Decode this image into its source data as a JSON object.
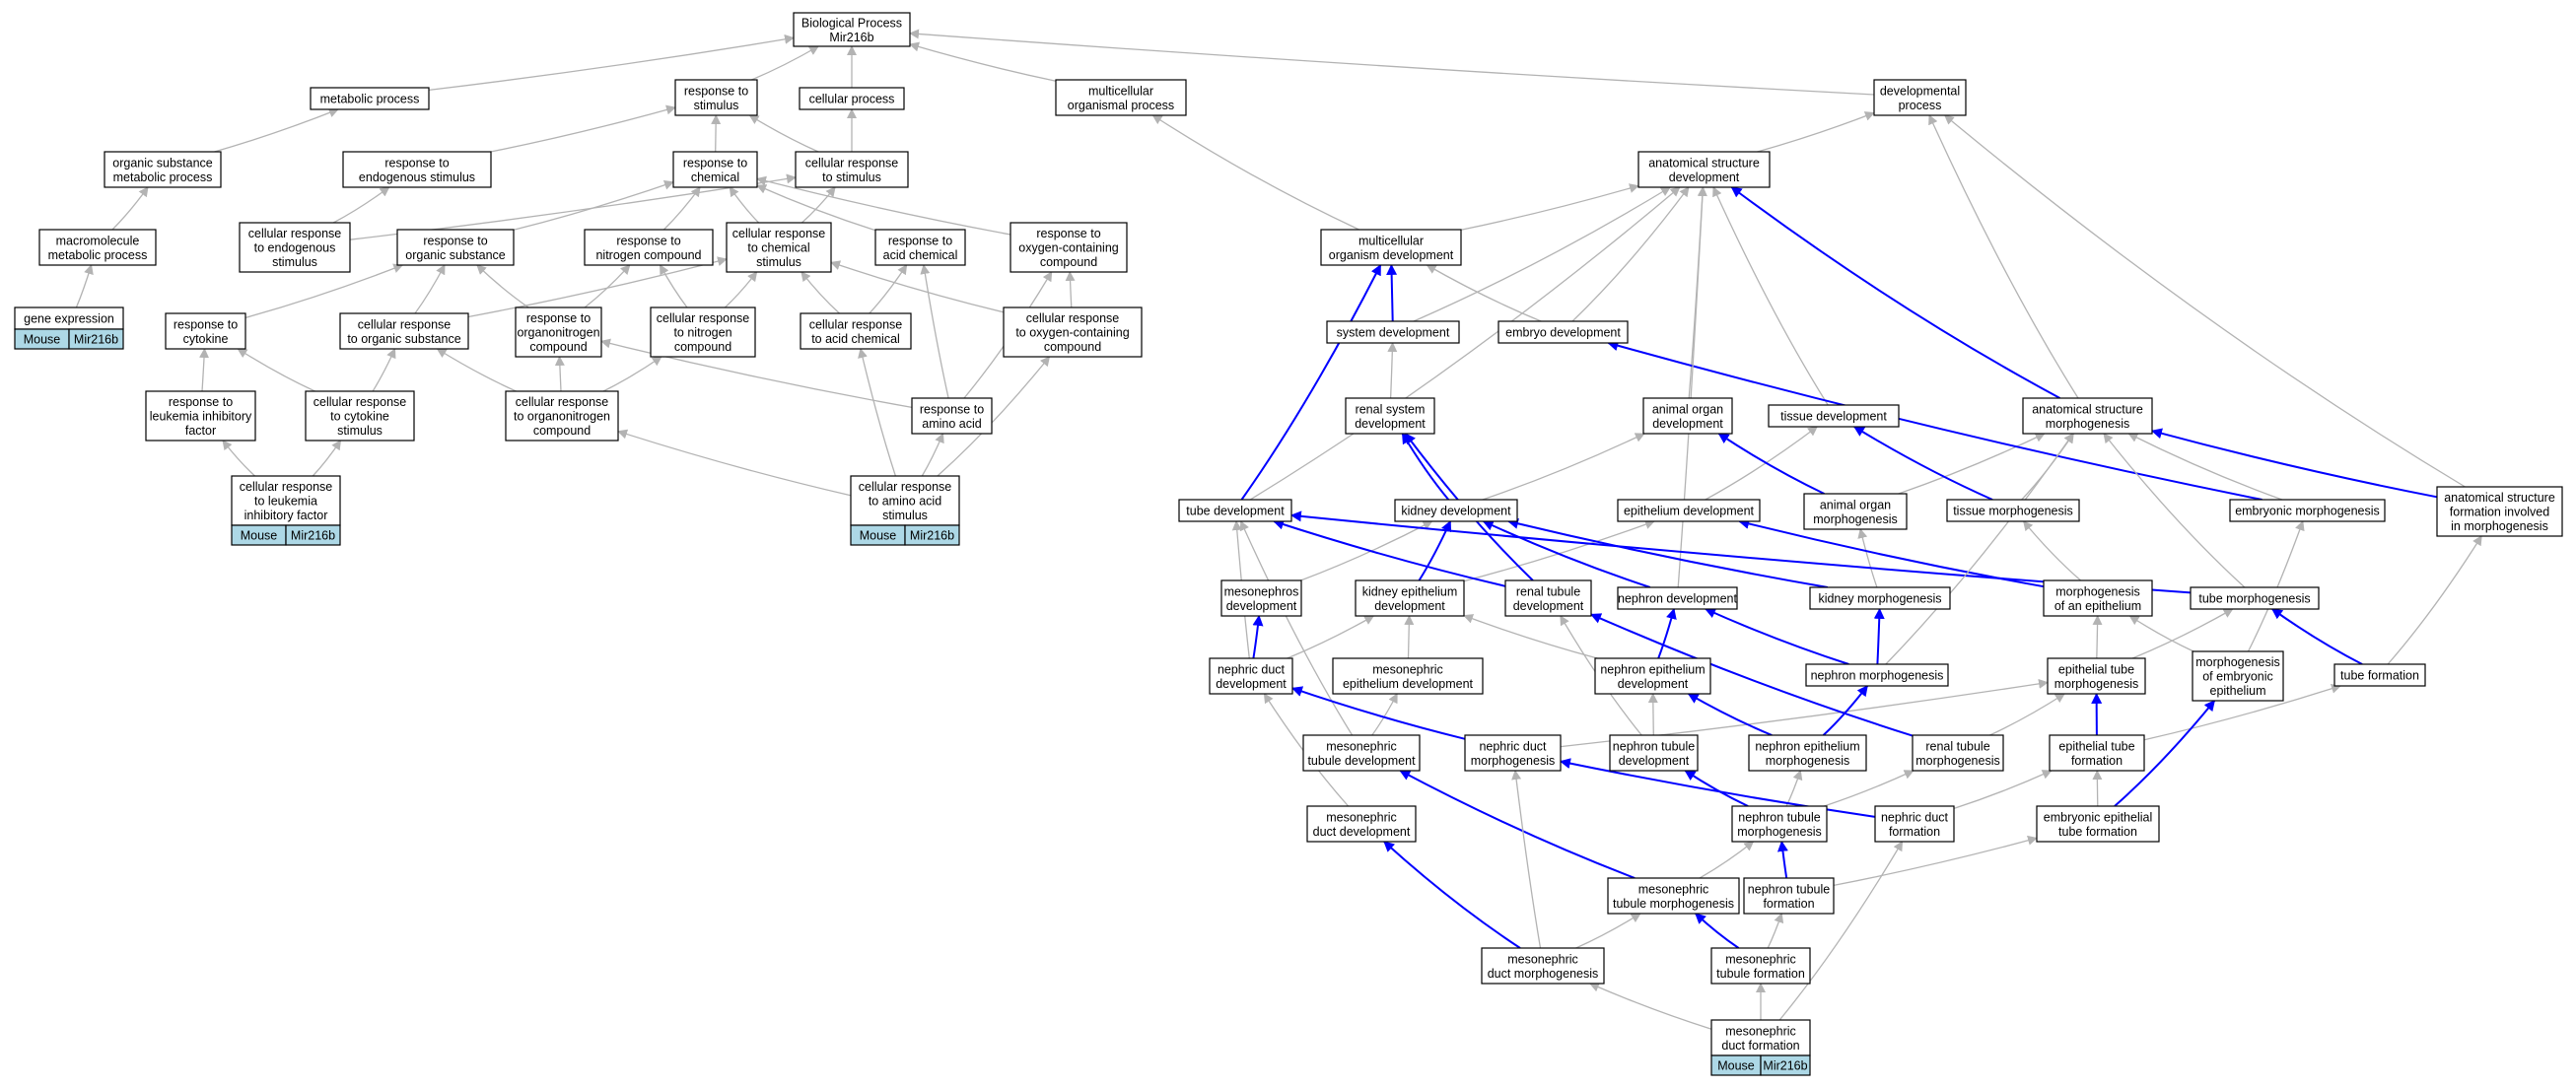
{
  "graph": {
    "colors": {
      "background": "#ffffff",
      "node_border": "#000000",
      "inactive_edge": "#b3b3b3",
      "active_edge": "#0000ff",
      "tag_fill": "#add8e6"
    },
    "nodes": [
      {
        "id": "bp",
        "lines": [
          "Biological Process",
          "Mir216b"
        ]
      },
      {
        "id": "metab",
        "lines": [
          "metabolic process"
        ]
      },
      {
        "id": "resp_stim",
        "lines": [
          "response to",
          "stimulus"
        ]
      },
      {
        "id": "cell_proc",
        "lines": [
          "cellular process"
        ]
      },
      {
        "id": "multi_proc",
        "lines": [
          "multicellular",
          "organismal process"
        ]
      },
      {
        "id": "dev_proc",
        "lines": [
          "developmental",
          "process"
        ]
      },
      {
        "id": "org_sub_met",
        "lines": [
          "organic substance",
          "metabolic process"
        ]
      },
      {
        "id": "resp_endo",
        "lines": [
          "response to",
          "endogenous stimulus"
        ]
      },
      {
        "id": "resp_chem",
        "lines": [
          "response to",
          "chemical"
        ]
      },
      {
        "id": "cell_resp_stim",
        "lines": [
          "cellular response",
          "to stimulus"
        ]
      },
      {
        "id": "anat_dev",
        "lines": [
          "anatomical structure",
          "development"
        ]
      },
      {
        "id": "macro_met",
        "lines": [
          "macromolecule",
          "metabolic process"
        ]
      },
      {
        "id": "cell_resp_endo",
        "lines": [
          "cellular response",
          "to endogenous",
          "stimulus"
        ]
      },
      {
        "id": "resp_org_sub",
        "lines": [
          "response to",
          "organic substance"
        ]
      },
      {
        "id": "resp_nitro",
        "lines": [
          "response to",
          "nitrogen compound"
        ]
      },
      {
        "id": "cell_resp_chem",
        "lines": [
          "cellular response",
          "to chemical",
          "stimulus"
        ]
      },
      {
        "id": "resp_acid",
        "lines": [
          "response to",
          "acid chemical"
        ]
      },
      {
        "id": "resp_oxy",
        "lines": [
          "response to",
          "oxygen-containing",
          "compound"
        ]
      },
      {
        "id": "multi_dev",
        "lines": [
          "multicellular",
          "organism development"
        ]
      },
      {
        "id": "gene_expr",
        "lines": [
          "gene expression"
        ],
        "tags": [
          "Mouse",
          "Mir216b"
        ]
      },
      {
        "id": "resp_cyto",
        "lines": [
          "response to",
          "cytokine"
        ]
      },
      {
        "id": "cell_resp_org",
        "lines": [
          "cellular response",
          "to organic substance"
        ]
      },
      {
        "id": "resp_orgN",
        "lines": [
          "response to",
          "organonitrogen",
          "compound"
        ]
      },
      {
        "id": "cell_resp_nitro",
        "lines": [
          "cellular response",
          "to nitrogen",
          "compound"
        ]
      },
      {
        "id": "cell_resp_acid",
        "lines": [
          "cellular response",
          "to acid chemical"
        ]
      },
      {
        "id": "cell_resp_oxy",
        "lines": [
          "cellular response",
          "to oxygen-containing",
          "compound"
        ]
      },
      {
        "id": "sys_dev",
        "lines": [
          "system development"
        ]
      },
      {
        "id": "emb_dev",
        "lines": [
          "embryo development"
        ]
      },
      {
        "id": "resp_lif",
        "lines": [
          "response to",
          "leukemia inhibitory",
          "factor"
        ]
      },
      {
        "id": "cell_resp_cyto",
        "lines": [
          "cellular response",
          "to cytokine",
          "stimulus"
        ]
      },
      {
        "id": "cell_resp_orgN",
        "lines": [
          "cellular response",
          "to organonitrogen",
          "compound"
        ]
      },
      {
        "id": "resp_aa",
        "lines": [
          "response to",
          "amino acid"
        ]
      },
      {
        "id": "renal_sys",
        "lines": [
          "renal system",
          "development"
        ]
      },
      {
        "id": "animal_organ_dev",
        "lines": [
          "animal organ",
          "development"
        ]
      },
      {
        "id": "tissue_dev",
        "lines": [
          "tissue development"
        ]
      },
      {
        "id": "anat_morph",
        "lines": [
          "anatomical structure",
          "morphogenesis"
        ]
      },
      {
        "id": "cell_resp_lif",
        "lines": [
          "cellular response",
          "to leukemia",
          "inhibitory factor"
        ],
        "tags": [
          "Mouse",
          "Mir216b"
        ]
      },
      {
        "id": "cell_resp_aa",
        "lines": [
          "cellular response",
          "to amino acid",
          "stimulus"
        ],
        "tags": [
          "Mouse",
          "Mir216b"
        ]
      },
      {
        "id": "tube_dev",
        "lines": [
          "tube development"
        ]
      },
      {
        "id": "kidney_dev",
        "lines": [
          "kidney development"
        ]
      },
      {
        "id": "epi_dev",
        "lines": [
          "epithelium development"
        ]
      },
      {
        "id": "animal_organ_morph",
        "lines": [
          "animal organ",
          "morphogenesis"
        ]
      },
      {
        "id": "tissue_morph",
        "lines": [
          "tissue morphogenesis"
        ]
      },
      {
        "id": "emb_morph",
        "lines": [
          "embryonic morphogenesis"
        ]
      },
      {
        "id": "anat_form",
        "lines": [
          "anatomical structure",
          "formation involved",
          "in morphogenesis"
        ]
      },
      {
        "id": "mesonephros_dev",
        "lines": [
          "mesonephros",
          "development"
        ]
      },
      {
        "id": "kidney_epi_dev",
        "lines": [
          "kidney epithelium",
          "development"
        ]
      },
      {
        "id": "renal_tub_dev",
        "lines": [
          "renal tubule",
          "development"
        ]
      },
      {
        "id": "nephron_dev",
        "lines": [
          "nephron development"
        ]
      },
      {
        "id": "kidney_morph",
        "lines": [
          "kidney morphogenesis"
        ]
      },
      {
        "id": "morph_epi",
        "lines": [
          "morphogenesis",
          "of an epithelium"
        ]
      },
      {
        "id": "tube_morph",
        "lines": [
          "tube morphogenesis"
        ]
      },
      {
        "id": "neph_duct_dev",
        "lines": [
          "nephric duct",
          "development"
        ]
      },
      {
        "id": "meso_epi_dev",
        "lines": [
          "mesonephric",
          "epithelium development"
        ]
      },
      {
        "id": "nephron_epi_dev",
        "lines": [
          "nephron epithelium",
          "development"
        ]
      },
      {
        "id": "nephron_morph",
        "lines": [
          "nephron morphogenesis"
        ]
      },
      {
        "id": "epi_tube_morph",
        "lines": [
          "epithelial tube",
          "morphogenesis"
        ]
      },
      {
        "id": "morph_emb_epi",
        "lines": [
          "morphogenesis",
          "of embryonic",
          "epithelium"
        ]
      },
      {
        "id": "tube_form",
        "lines": [
          "tube formation"
        ]
      },
      {
        "id": "meso_tub_dev",
        "lines": [
          "mesonephric",
          "tubule development"
        ]
      },
      {
        "id": "neph_duct_morph",
        "lines": [
          "nephric duct",
          "morphogenesis"
        ]
      },
      {
        "id": "neph_tub_dev",
        "lines": [
          "nephron tubule",
          "development"
        ]
      },
      {
        "id": "neph_epi_morph",
        "lines": [
          "nephron epithelium",
          "morphogenesis"
        ]
      },
      {
        "id": "renal_tub_morph",
        "lines": [
          "renal tubule",
          "morphogenesis"
        ]
      },
      {
        "id": "epi_tube_form",
        "lines": [
          "epithelial tube",
          "formation"
        ]
      },
      {
        "id": "meso_duct_dev",
        "lines": [
          "mesonephric",
          "duct development"
        ]
      },
      {
        "id": "neph_tub_morph",
        "lines": [
          "nephron tubule",
          "morphogenesis"
        ]
      },
      {
        "id": "neph_duct_form",
        "lines": [
          "nephric duct",
          "formation"
        ]
      },
      {
        "id": "emb_epi_tube_form",
        "lines": [
          "embryonic epithelial",
          "tube formation"
        ]
      },
      {
        "id": "meso_tub_morph",
        "lines": [
          "mesonephric",
          "tubule morphogenesis"
        ]
      },
      {
        "id": "neph_tub_form",
        "lines": [
          "nephron tubule",
          "formation"
        ]
      },
      {
        "id": "meso_duct_morph",
        "lines": [
          "mesonephric",
          "duct morphogenesis"
        ]
      },
      {
        "id": "meso_tub_form",
        "lines": [
          "mesonephric",
          "tubule formation"
        ]
      },
      {
        "id": "meso_duct_form",
        "lines": [
          "mesonephric",
          "duct formation"
        ],
        "tags": [
          "Mouse",
          "Mir216b"
        ]
      }
    ],
    "edges": [
      [
        "metab",
        "bp",
        0
      ],
      [
        "resp_stim",
        "bp",
        0
      ],
      [
        "cell_proc",
        "bp",
        0
      ],
      [
        "multi_proc",
        "bp",
        0
      ],
      [
        "dev_proc",
        "bp",
        0
      ],
      [
        "org_sub_met",
        "metab",
        0
      ],
      [
        "macro_met",
        "org_sub_met",
        0
      ],
      [
        "gene_expr",
        "macro_met",
        0
      ],
      [
        "resp_endo",
        "resp_stim",
        0
      ],
      [
        "resp_chem",
        "resp_stim",
        0
      ],
      [
        "cell_resp_stim",
        "resp_stim",
        0
      ],
      [
        "cell_resp_stim",
        "cell_proc",
        0
      ],
      [
        "cell_resp_endo",
        "resp_endo",
        0
      ],
      [
        "cell_resp_endo",
        "cell_resp_stim",
        0
      ],
      [
        "resp_org_sub",
        "resp_chem",
        0
      ],
      [
        "resp_nitro",
        "resp_chem",
        0
      ],
      [
        "cell_resp_chem",
        "resp_chem",
        0
      ],
      [
        "resp_acid",
        "resp_chem",
        0
      ],
      [
        "resp_oxy",
        "resp_chem",
        0
      ],
      [
        "cell_resp_chem",
        "cell_resp_stim",
        0
      ],
      [
        "resp_cyto",
        "resp_org_sub",
        0
      ],
      [
        "cell_resp_org",
        "resp_org_sub",
        0
      ],
      [
        "cell_resp_org",
        "cell_resp_chem",
        0
      ],
      [
        "resp_orgN",
        "resp_org_sub",
        0
      ],
      [
        "resp_orgN",
        "resp_nitro",
        0
      ],
      [
        "cell_resp_nitro",
        "resp_nitro",
        0
      ],
      [
        "cell_resp_nitro",
        "cell_resp_chem",
        0
      ],
      [
        "cell_resp_acid",
        "resp_acid",
        0
      ],
      [
        "cell_resp_acid",
        "cell_resp_chem",
        0
      ],
      [
        "cell_resp_oxy",
        "resp_oxy",
        0
      ],
      [
        "cell_resp_oxy",
        "cell_resp_chem",
        0
      ],
      [
        "resp_lif",
        "resp_cyto",
        0
      ],
      [
        "cell_resp_cyto",
        "resp_cyto",
        0
      ],
      [
        "cell_resp_cyto",
        "cell_resp_org",
        0
      ],
      [
        "cell_resp_orgN",
        "cell_resp_org",
        0
      ],
      [
        "cell_resp_orgN",
        "resp_orgN",
        0
      ],
      [
        "cell_resp_orgN",
        "cell_resp_nitro",
        0
      ],
      [
        "resp_aa",
        "resp_orgN",
        0
      ],
      [
        "resp_aa",
        "resp_acid",
        0
      ],
      [
        "resp_aa",
        "resp_oxy",
        0
      ],
      [
        "cell_resp_lif",
        "resp_lif",
        0
      ],
      [
        "cell_resp_lif",
        "cell_resp_cyto",
        0
      ],
      [
        "cell_resp_aa",
        "resp_aa",
        0
      ],
      [
        "cell_resp_aa",
        "cell_resp_acid",
        0
      ],
      [
        "cell_resp_aa",
        "cell_resp_oxy",
        0
      ],
      [
        "cell_resp_aa",
        "cell_resp_orgN",
        0
      ],
      [
        "anat_dev",
        "dev_proc",
        0
      ],
      [
        "multi_dev",
        "multi_proc",
        0
      ],
      [
        "multi_dev",
        "anat_dev",
        0
      ],
      [
        "sys_dev",
        "multi_dev",
        1
      ],
      [
        "sys_dev",
        "anat_dev",
        0
      ],
      [
        "emb_dev",
        "multi_dev",
        0
      ],
      [
        "emb_dev",
        "anat_dev",
        0
      ],
      [
        "renal_sys",
        "sys_dev",
        0
      ],
      [
        "animal_organ_dev",
        "anat_dev",
        0
      ],
      [
        "tissue_dev",
        "anat_dev",
        0
      ],
      [
        "anat_morph",
        "anat_dev",
        1
      ],
      [
        "anat_morph",
        "dev_proc",
        0
      ],
      [
        "tube_dev",
        "anat_dev",
        0
      ],
      [
        "tube_dev",
        "multi_dev",
        1
      ],
      [
        "kidney_dev",
        "renal_sys",
        1
      ],
      [
        "kidney_dev",
        "animal_organ_dev",
        0
      ],
      [
        "epi_dev",
        "tissue_dev",
        0
      ],
      [
        "animal_organ_morph",
        "animal_organ_dev",
        1
      ],
      [
        "animal_organ_morph",
        "anat_morph",
        0
      ],
      [
        "tissue_morph",
        "tissue_dev",
        1
      ],
      [
        "tissue_morph",
        "anat_morph",
        0
      ],
      [
        "emb_morph",
        "anat_morph",
        0
      ],
      [
        "emb_morph",
        "emb_dev",
        1
      ],
      [
        "anat_form",
        "anat_morph",
        1
      ],
      [
        "anat_form",
        "dev_proc",
        0
      ],
      [
        "mesonephros_dev",
        "kidney_dev",
        0
      ],
      [
        "kidney_epi_dev",
        "kidney_dev",
        1
      ],
      [
        "kidney_epi_dev",
        "epi_dev",
        0
      ],
      [
        "renal_tub_dev",
        "renal_sys",
        1
      ],
      [
        "renal_tub_dev",
        "tube_dev",
        1
      ],
      [
        "nephron_dev",
        "kidney_dev",
        1
      ],
      [
        "nephron_dev",
        "anat_dev",
        0
      ],
      [
        "kidney_morph",
        "animal_organ_morph",
        0
      ],
      [
        "kidney_morph",
        "kidney_dev",
        1
      ],
      [
        "morph_epi",
        "tissue_morph",
        0
      ],
      [
        "morph_epi",
        "epi_dev",
        1
      ],
      [
        "tube_morph",
        "anat_morph",
        0
      ],
      [
        "tube_morph",
        "tube_dev",
        1
      ],
      [
        "neph_duct_dev",
        "tube_dev",
        0
      ],
      [
        "neph_duct_dev",
        "mesonephros_dev",
        1
      ],
      [
        "neph_duct_dev",
        "kidney_epi_dev",
        0
      ],
      [
        "meso_epi_dev",
        "kidney_epi_dev",
        0
      ],
      [
        "nephron_epi_dev",
        "nephron_dev",
        1
      ],
      [
        "nephron_epi_dev",
        "kidney_epi_dev",
        0
      ],
      [
        "nephron_morph",
        "nephron_dev",
        1
      ],
      [
        "nephron_morph",
        "kidney_morph",
        1
      ],
      [
        "nephron_morph",
        "anat_morph",
        0
      ],
      [
        "epi_tube_morph",
        "morph_epi",
        0
      ],
      [
        "epi_tube_morph",
        "tube_morph",
        0
      ],
      [
        "morph_emb_epi",
        "morph_epi",
        0
      ],
      [
        "morph_emb_epi",
        "emb_morph",
        0
      ],
      [
        "tube_form",
        "tube_morph",
        1
      ],
      [
        "tube_form",
        "anat_form",
        0
      ],
      [
        "meso_tub_dev",
        "meso_epi_dev",
        0
      ],
      [
        "meso_tub_dev",
        "tube_dev",
        0
      ],
      [
        "neph_duct_morph",
        "neph_duct_dev",
        1
      ],
      [
        "neph_duct_morph",
        "epi_tube_morph",
        0
      ],
      [
        "neph_tub_dev",
        "nephron_epi_dev",
        0
      ],
      [
        "neph_tub_dev",
        "renal_tub_dev",
        0
      ],
      [
        "neph_epi_morph",
        "nephron_epi_dev",
        1
      ],
      [
        "neph_epi_morph",
        "nephron_morph",
        1
      ],
      [
        "renal_tub_morph",
        "renal_tub_dev",
        1
      ],
      [
        "renal_tub_morph",
        "epi_tube_morph",
        0
      ],
      [
        "epi_tube_form",
        "epi_tube_morph",
        1
      ],
      [
        "epi_tube_form",
        "tube_form",
        0
      ],
      [
        "meso_duct_dev",
        "neph_duct_dev",
        0
      ],
      [
        "neph_tub_morph",
        "neph_tub_dev",
        1
      ],
      [
        "neph_tub_morph",
        "neph_epi_morph",
        0
      ],
      [
        "neph_tub_morph",
        "renal_tub_morph",
        0
      ],
      [
        "neph_duct_form",
        "neph_duct_morph",
        1
      ],
      [
        "neph_duct_form",
        "epi_tube_form",
        0
      ],
      [
        "emb_epi_tube_form",
        "epi_tube_form",
        0
      ],
      [
        "emb_epi_tube_form",
        "morph_emb_epi",
        1
      ],
      [
        "meso_tub_morph",
        "meso_tub_dev",
        1
      ],
      [
        "meso_tub_morph",
        "neph_tub_morph",
        0
      ],
      [
        "neph_tub_form",
        "neph_tub_morph",
        1
      ],
      [
        "neph_tub_form",
        "emb_epi_tube_form",
        0
      ],
      [
        "meso_duct_morph",
        "meso_duct_dev",
        1
      ],
      [
        "meso_duct_morph",
        "meso_tub_morph",
        0
      ],
      [
        "meso_duct_morph",
        "neph_duct_morph",
        0
      ],
      [
        "meso_tub_form",
        "meso_tub_morph",
        1
      ],
      [
        "meso_tub_form",
        "neph_tub_form",
        0
      ],
      [
        "meso_duct_form",
        "meso_tub_form",
        0
      ],
      [
        "meso_duct_form",
        "meso_duct_morph",
        0
      ],
      [
        "meso_duct_form",
        "neph_duct_form",
        0
      ]
    ]
  }
}
